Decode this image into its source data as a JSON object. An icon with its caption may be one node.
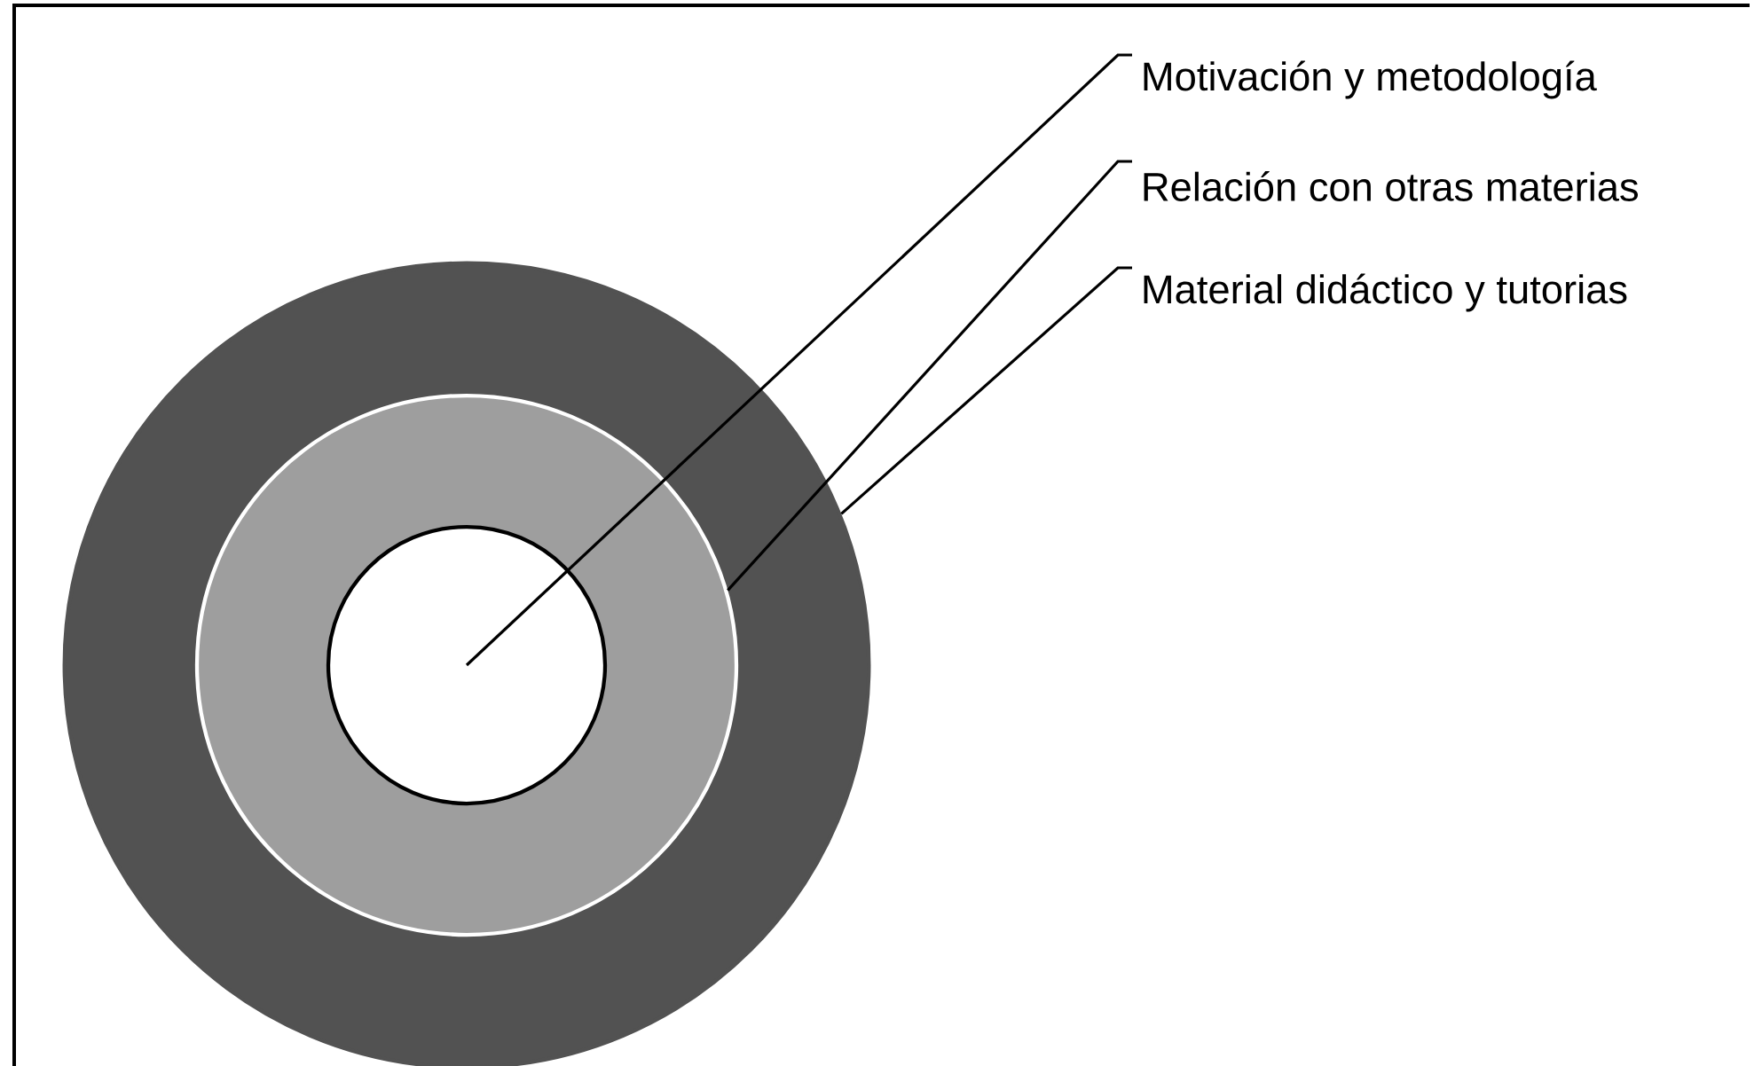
{
  "diagram": {
    "nodes": [
      {
        "text": [],
        "shape": "circle"
      },
      {
        "text": [],
        "shape": "circle",
        "in": 0
      },
      {
        "text": [],
        "shape": "circle",
        "in": 1
      },
      {
        "text": [
          "Motivación y metodología"
        ]
      },
      {
        "text": [
          "Relación con otras materias"
        ]
      },
      {
        "text": [
          "Material didáctico y tutorias"
        ]
      }
    ],
    "edges": [
      {
        "from": 3,
        "to": 2,
        "arrow": "none"
      },
      {
        "from": 4,
        "to": 1,
        "arrow": "none"
      },
      {
        "from": 5,
        "to": 0,
        "arrow": "none"
      }
    ]
  }
}
